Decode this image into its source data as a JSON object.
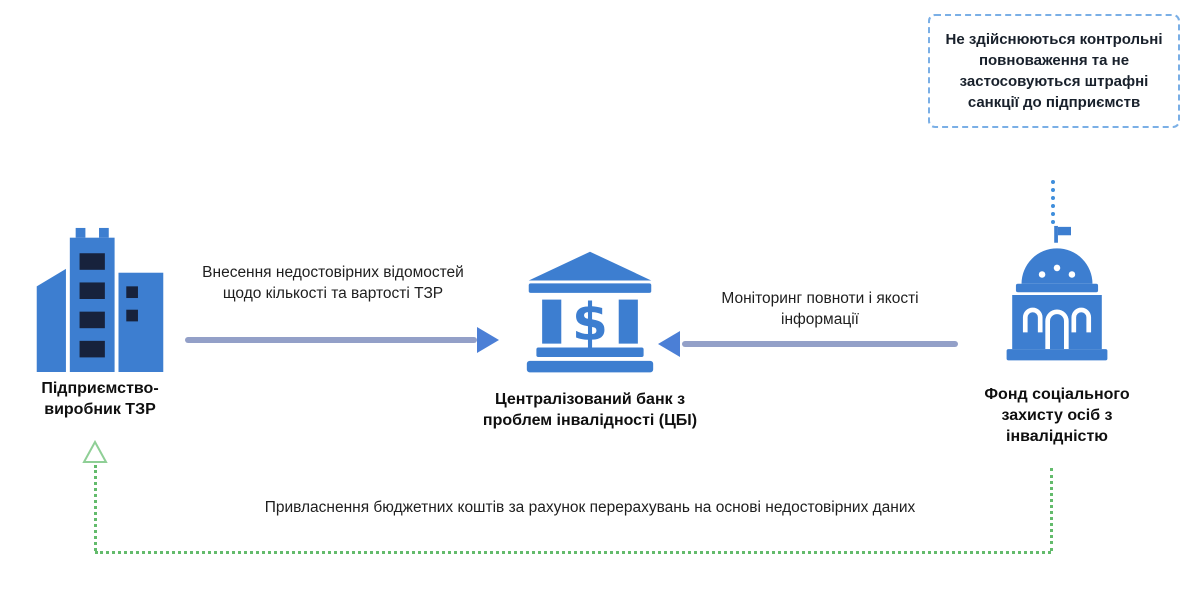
{
  "nodes": {
    "manufacturer": {
      "label": "Підприємство-виробник ТЗР",
      "icon": "city-buildings-icon"
    },
    "bank": {
      "label": "Централізований банк з проблем інвалідності (ЦБІ)",
      "icon": "bank-icon"
    },
    "fund": {
      "label": "Фонд соціального захисту осіб з інвалідністю",
      "icon": "government-building-icon"
    }
  },
  "edges": {
    "manufacturer_to_bank": {
      "label": "Внесення недостовірних відомостей щодо кількості та вартості ТЗР",
      "style": "solid-arrow-right"
    },
    "fund_to_bank": {
      "label": "Моніторинг повноти і якості інформації",
      "style": "solid-arrow-left"
    },
    "fund_to_manufacturer": {
      "label": "Привласнення бюджетних коштів за рахунок перерахувань на основі недостовірних даних",
      "style": "green-dotted-arrow"
    }
  },
  "callout": {
    "text": "Не здійснюються контрольні повноваження та не застосовуються штрафні санкції до підприємств",
    "style": "blue-dashed-box",
    "connects_to": "fund"
  },
  "colors": {
    "icon_blue": "#3D7ED0",
    "window_dark": "#17223C",
    "arrow_shaft": "#93A0C8",
    "arrow_head": "#4B7FD6",
    "callout_border": "#7AAFE6",
    "callout_connector": "#3F8EDC",
    "green_dotted": "#63BB6C",
    "text": "#1E1E1E"
  }
}
